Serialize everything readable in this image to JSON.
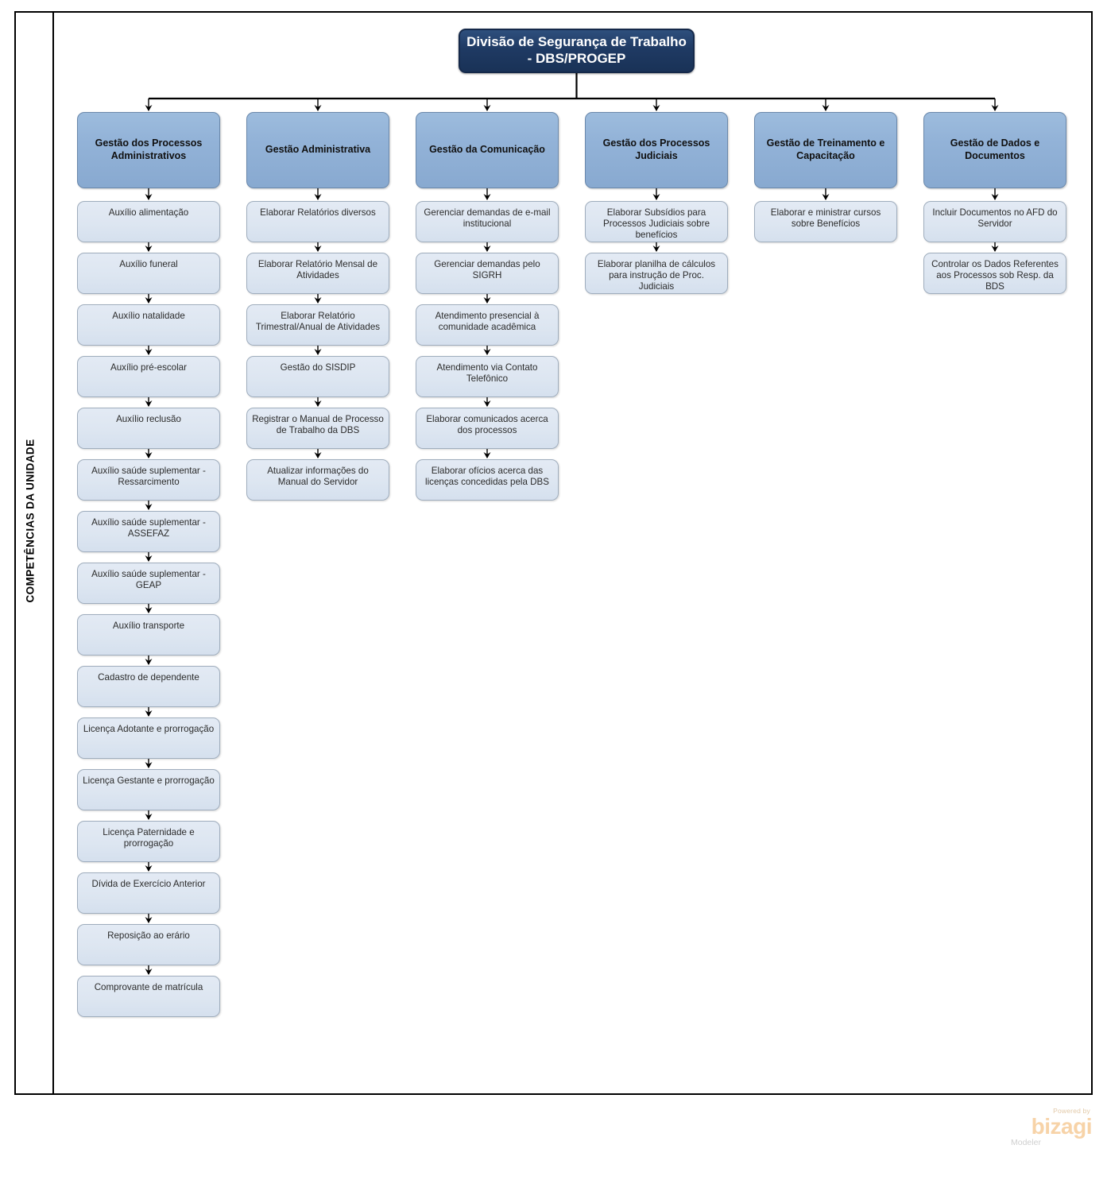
{
  "frame": {
    "unit_label": "COMPETÊNCIAS DA UNIDADE"
  },
  "watermark": {
    "powered_by": "Powered by",
    "brand": "bizagi",
    "product": "Modeler"
  },
  "colors": {
    "root_fill": "#1f3a63",
    "root_border": "#15294a",
    "group_fill": "#93b3d8",
    "group_border": "#6a88ab",
    "task_fill": "#dde6f1",
    "task_border": "#9fadbd",
    "connector": "#000000",
    "frame_border": "#000000"
  },
  "chart_data": {
    "type": "diagram",
    "layout": "org-chart",
    "root": "Divisão de Segurança de Trabalho - DBS/PROGEP",
    "columns": 6
  },
  "root": {
    "label": "Divisão de Segurança de Trabalho - DBS/PROGEP"
  },
  "columns": [
    {
      "header": "Gestão dos Processos Administrativos",
      "tasks": [
        "Auxílio alimentação",
        "Auxílio funeral",
        "Auxílio natalidade",
        "Auxílio pré-escolar",
        "Auxílio  reclusão",
        "Auxílio saúde suplementar - Ressarcimento",
        "Auxílio saúde suplementar - ASSEFAZ",
        "Auxílio saúde suplementar - GEAP",
        "Auxílio  transporte",
        "Cadastro de dependente",
        "Licença Adotante e prorrogação",
        "Licença Gestante e prorrogação",
        "Licença Paternidade e prorrogação",
        "Dívida de Exercício Anterior",
        "Reposição ao erário",
        "Comprovante de matrícula"
      ]
    },
    {
      "header": "Gestão Administrativa",
      "tasks": [
        "Elaborar Relatórios diversos",
        "Elaborar Relatório Mensal de Atividades",
        "Elaborar Relatório Trimestral/Anual de Atividades",
        "Gestão do SISDIP",
        "Registrar o Manual de Processo de Trabalho da DBS",
        "Atualizar informações do Manual do Servidor"
      ]
    },
    {
      "header": "Gestão da Comunicação",
      "tasks": [
        "Gerenciar demandas de e-mail institucional",
        "Gerenciar demandas pelo SIGRH",
        "Atendimento presencial à comunidade acadêmica",
        "Atendimento via Contato Telefônico",
        "Elaborar comunicados acerca dos processos",
        "Elaborar ofícios acerca das licenças concedidas pela DBS"
      ]
    },
    {
      "header": "Gestão dos Processos Judiciais",
      "tasks": [
        "Elaborar Subsídios para Processos Judiciais sobre benefícios",
        "Elaborar planilha de cálculos para instrução de Proc. Judiciais"
      ]
    },
    {
      "header": "Gestão de Treinamento e Capacitação",
      "tasks": [
        "Elaborar e ministrar cursos sobre Benefícios"
      ]
    },
    {
      "header": "Gestão de Dados e Documentos",
      "tasks": [
        "Incluir Documentos no AFD do Servidor",
        "Controlar os Dados Referentes aos Processos sob Resp. da BDS"
      ]
    }
  ]
}
